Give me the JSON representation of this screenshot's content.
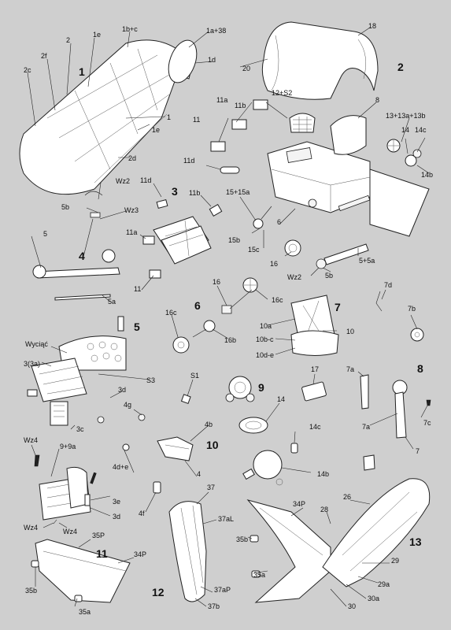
{
  "steps": [
    {
      "n": "1"
    },
    {
      "n": "2"
    },
    {
      "n": "3"
    },
    {
      "n": "4"
    },
    {
      "n": "5"
    },
    {
      "n": "6"
    },
    {
      "n": "7"
    },
    {
      "n": "8"
    },
    {
      "n": "9"
    },
    {
      "n": "10"
    },
    {
      "n": "11"
    },
    {
      "n": "12"
    },
    {
      "n": "13"
    }
  ],
  "labels": {
    "p1b1c": "1b+c",
    "p1a38": "1a+38",
    "p1e_top": "1e",
    "p2": "2",
    "p2f": "2f",
    "p2c": "2c",
    "p1d": "1d",
    "p1": "1",
    "p1e_bot": "1e",
    "p2d": "2d",
    "p18": "18",
    "p20": "20",
    "p11b_top": "11b",
    "p12s2": "12+S2",
    "p11a_top": "11a",
    "p8": "8",
    "p11_top": "11",
    "p13": "13+13a+13b",
    "p14": "14",
    "p14c_top": "14c",
    "p14b_top": "14b",
    "p11d_top": "11d",
    "p15": "15+15a",
    "p6": "6",
    "p15b": "15b",
    "p15c": "15c",
    "p16_top": "16",
    "p5a": "5+5a",
    "pwz2_right": "Wz2",
    "p5b_right": "5b",
    "pwz2_left": "Wz2",
    "p5b_left": "5b",
    "pwz3": "Wz3",
    "p5": "5",
    "p5a_bot": "5a",
    "p11d_mid": "11d",
    "p11b_mid": "11b",
    "p11a_mid": "11a",
    "p11_mid": "11",
    "p16_mid": "16",
    "p16c_left": "16c",
    "p16b": "16b",
    "p16c_right": "16c",
    "p10a": "10a",
    "p10": "10",
    "p10bc": "10b-c",
    "p10de": "10d-e",
    "p7d": "7d",
    "p7b": "7b",
    "p7a_top": "7a",
    "p7a_bot": "7a",
    "p7c": "7c",
    "p7": "7",
    "pwyciac": "Wyciąć",
    "p33a": "3(3a)",
    "ps3": "S3",
    "p3d_top": "3d",
    "p3c": "3c",
    "ps1": "S1",
    "p17": "17",
    "p14_mid": "14",
    "p4g": "4g",
    "p4b": "4b",
    "p4de": "4d+e",
    "p4": "4",
    "p4f": "4f",
    "p14c_mid": "14c",
    "p14b_mid": "14b",
    "pwz4_top": "Wz4",
    "p9_9a": "9+9a",
    "p3e": "3e",
    "p3d_bot": "3d",
    "pwz4_a": "Wz4",
    "pwz4_b": "Wz4",
    "p35p": "35P",
    "p34p_left": "34P",
    "p35b_left": "35b",
    "p35a_left": "35a",
    "p37": "37",
    "p37al": "37aL",
    "p37ap": "37aP",
    "p37b": "37b",
    "p35b_right": "35b",
    "p35a_right": "35a",
    "p34p_right": "34P",
    "p28": "28",
    "p26": "26",
    "p29": "29",
    "p29a": "29a",
    "p30a": "30a",
    "p30": "30"
  }
}
